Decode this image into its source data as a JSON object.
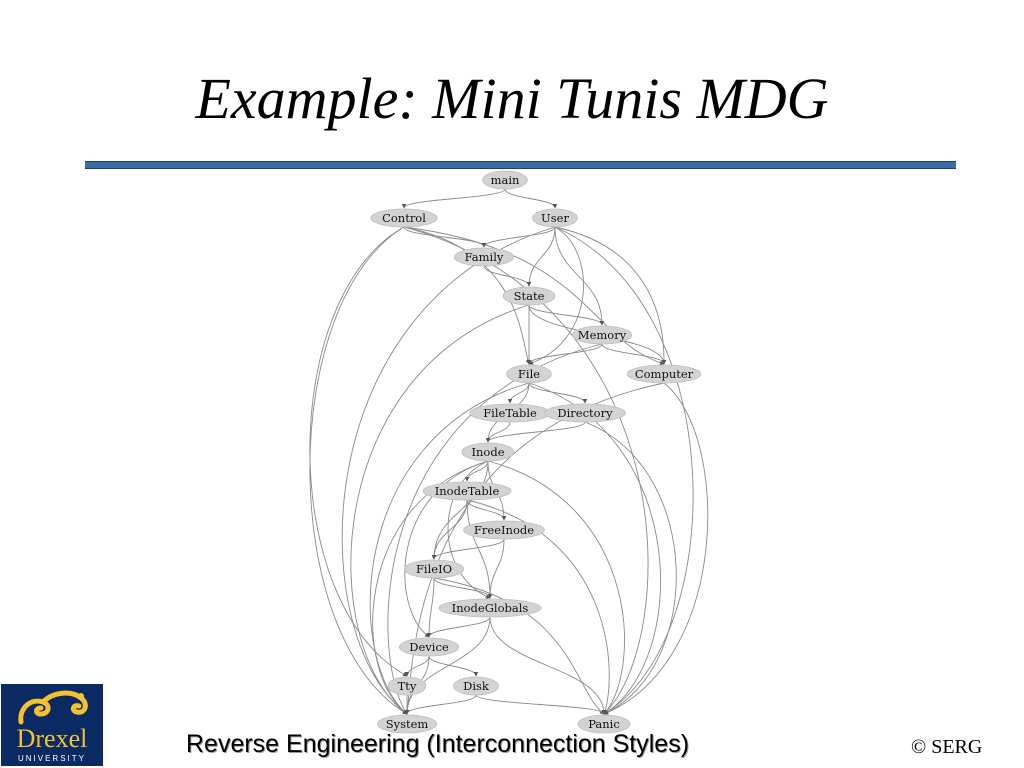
{
  "slide": {
    "title": "Example: Mini Tunis MDG",
    "footer": "Reverse Engineering (Interconnection Styles)",
    "copyright": "© SERG",
    "logo": {
      "name": "Drexel",
      "subtitle": "UNIVERSITY"
    }
  },
  "graph": {
    "nodes": [
      {
        "id": "main",
        "label": "main"
      },
      {
        "id": "Control",
        "label": "Control"
      },
      {
        "id": "User",
        "label": "User"
      },
      {
        "id": "Family",
        "label": "Family"
      },
      {
        "id": "State",
        "label": "State"
      },
      {
        "id": "Memory",
        "label": "Memory"
      },
      {
        "id": "File",
        "label": "File"
      },
      {
        "id": "Computer",
        "label": "Computer"
      },
      {
        "id": "FileTable",
        "label": "FileTable"
      },
      {
        "id": "Directory",
        "label": "Directory"
      },
      {
        "id": "Inode",
        "label": "Inode"
      },
      {
        "id": "InodeTable",
        "label": "InodeTable"
      },
      {
        "id": "FreeInode",
        "label": "FreeInode"
      },
      {
        "id": "FileIO",
        "label": "FileIO"
      },
      {
        "id": "InodeGlobals",
        "label": "InodeGlobals"
      },
      {
        "id": "Device",
        "label": "Device"
      },
      {
        "id": "Tty",
        "label": "Tty"
      },
      {
        "id": "Disk",
        "label": "Disk"
      },
      {
        "id": "System",
        "label": "System"
      },
      {
        "id": "Panic",
        "label": "Panic"
      }
    ],
    "edges": [
      [
        "main",
        "Control"
      ],
      [
        "main",
        "User"
      ],
      [
        "Control",
        "Family"
      ],
      [
        "Control",
        "File"
      ],
      [
        "Control",
        "Computer"
      ],
      [
        "Control",
        "System"
      ],
      [
        "Control",
        "Panic"
      ],
      [
        "Control",
        "Tty"
      ],
      [
        "User",
        "Family"
      ],
      [
        "User",
        "State"
      ],
      [
        "User",
        "Memory"
      ],
      [
        "User",
        "File"
      ],
      [
        "User",
        "Computer"
      ],
      [
        "User",
        "System"
      ],
      [
        "User",
        "Panic"
      ],
      [
        "Family",
        "State"
      ],
      [
        "State",
        "Memory"
      ],
      [
        "State",
        "File"
      ],
      [
        "State",
        "Computer"
      ],
      [
        "State",
        "System"
      ],
      [
        "Memory",
        "File"
      ],
      [
        "Memory",
        "Computer"
      ],
      [
        "Memory",
        "System"
      ],
      [
        "File",
        "FileTable"
      ],
      [
        "File",
        "Directory"
      ],
      [
        "File",
        "Inode"
      ],
      [
        "File",
        "System"
      ],
      [
        "File",
        "Panic"
      ],
      [
        "Computer",
        "System"
      ],
      [
        "Computer",
        "Panic"
      ],
      [
        "FileTable",
        "Inode"
      ],
      [
        "Directory",
        "Inode"
      ],
      [
        "Directory",
        "Panic"
      ],
      [
        "Inode",
        "InodeTable"
      ],
      [
        "Inode",
        "FreeInode"
      ],
      [
        "Inode",
        "FileIO"
      ],
      [
        "Inode",
        "InodeGlobals"
      ],
      [
        "Inode",
        "Device"
      ],
      [
        "Inode",
        "System"
      ],
      [
        "Inode",
        "Panic"
      ],
      [
        "InodeTable",
        "FreeInode"
      ],
      [
        "InodeTable",
        "FileIO"
      ],
      [
        "InodeTable",
        "InodeGlobals"
      ],
      [
        "InodeTable",
        "Panic"
      ],
      [
        "FreeInode",
        "FileIO"
      ],
      [
        "FreeInode",
        "InodeGlobals"
      ],
      [
        "FileIO",
        "InodeGlobals"
      ],
      [
        "FileIO",
        "Device"
      ],
      [
        "FileIO",
        "Panic"
      ],
      [
        "InodeGlobals",
        "Device"
      ],
      [
        "InodeGlobals",
        "System"
      ],
      [
        "InodeGlobals",
        "Panic"
      ],
      [
        "Device",
        "Tty"
      ],
      [
        "Device",
        "Disk"
      ],
      [
        "Device",
        "System"
      ],
      [
        "Tty",
        "System"
      ],
      [
        "Disk",
        "System"
      ],
      [
        "Disk",
        "Panic"
      ]
    ]
  }
}
